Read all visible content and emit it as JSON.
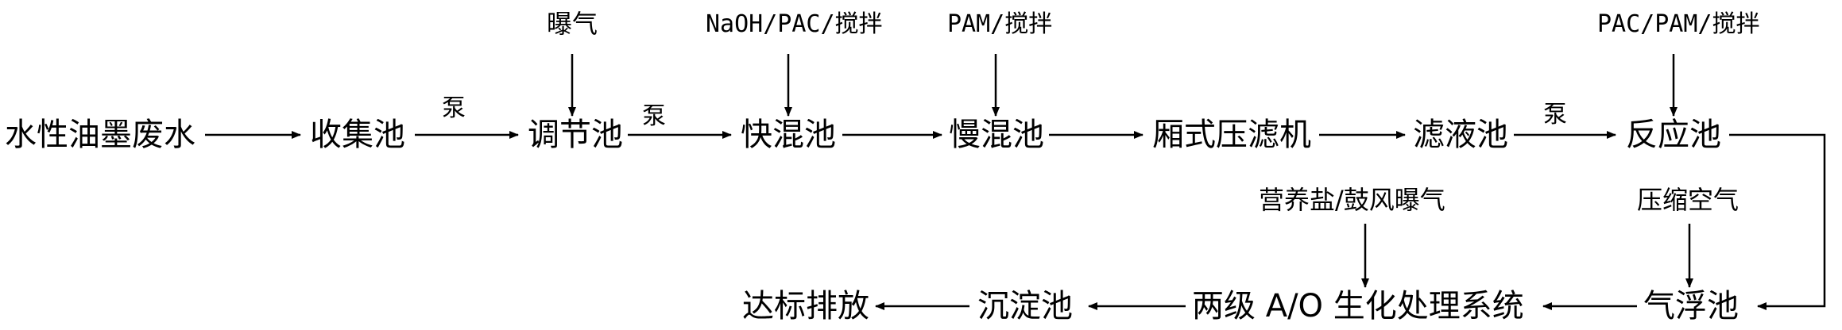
{
  "nodes": {
    "wastewater": "水性油墨废水",
    "collection": "收集池",
    "regulating": "调节池",
    "fast_mix": "快混池",
    "slow_mix": "慢混池",
    "filter_press": "厢式压滤机",
    "filtrate": "滤液池",
    "reaction": "反应池",
    "flotation": "气浮池",
    "ao_system": "两级 A/O 生化处理系统",
    "sedimentation": "沉淀池",
    "discharge": "达标排放"
  },
  "inputs": {
    "aeration": "曝气",
    "naoh_pac": "NaOH/PAC/搅拌",
    "pam": "PAM/搅拌",
    "pac_pam": "PAC/PAM/搅拌",
    "nutrient_blower": "营养盐/鼓风曝气",
    "compressed_air": "压缩空气"
  },
  "edges": {
    "pump_1": "泵",
    "pump_2": "泵",
    "pump_3": "泵"
  }
}
